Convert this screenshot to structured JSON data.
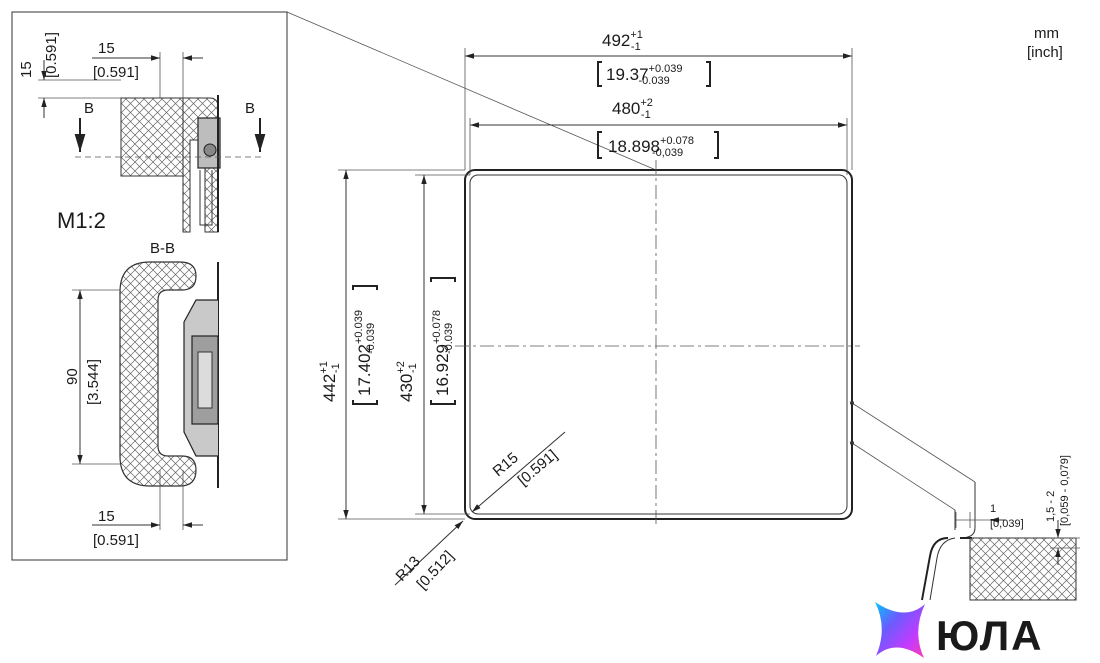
{
  "units": {
    "line1": "mm",
    "line2": "[inch]"
  },
  "main": {
    "width_outer": {
      "nominal": "492",
      "tol_plus": "+1",
      "tol_minus": "-1",
      "inch": "19.37",
      "inch_plus": "+0.039",
      "inch_minus": "-0.039"
    },
    "width_inner": {
      "nominal": "480",
      "tol_plus": "+2",
      "tol_minus": "-1",
      "inch": "18.898",
      "inch_plus": "+0.078",
      "inch_minus": "-0,039"
    },
    "height_outer": {
      "nominal": "442",
      "tol_plus": "+1",
      "tol_minus": "-1",
      "inch": "17.402",
      "inch_plus": "+0.039",
      "inch_minus": "-0.039"
    },
    "height_inner": {
      "nominal": "430",
      "tol_plus": "+2",
      "tol_minus": "-1",
      "inch": "16.929",
      "inch_plus": "+0.078",
      "inch_minus": "-0.039"
    },
    "radius_inner": {
      "mm": "R15",
      "inch": "[0.591]"
    },
    "radius_outer": {
      "mm": "R13",
      "inch": "[0.512]"
    }
  },
  "detail": {
    "scale": "M1:2",
    "section_label": "B-B",
    "section_mark_left": "B",
    "section_mark_right": "B",
    "top_vertical": {
      "mm": "15",
      "inch": "[0.591]"
    },
    "top_horizontal": {
      "mm": "15",
      "inch": "[0.591]"
    },
    "depth": {
      "mm": "90",
      "inch": "[3.544]"
    },
    "bottom_horizontal": {
      "mm": "15",
      "inch": "[0.591]"
    }
  },
  "edge_detail": {
    "gap": {
      "mm": "1",
      "inch": "[0,039]"
    },
    "offset": {
      "mm": "1,5 - 2",
      "inch": "[0,059 - 0,079]"
    }
  },
  "logo": {
    "text": "ЮЛА",
    "colors": [
      "#00c6ff",
      "#6a5cff",
      "#c13bff",
      "#ff3bb0"
    ]
  }
}
